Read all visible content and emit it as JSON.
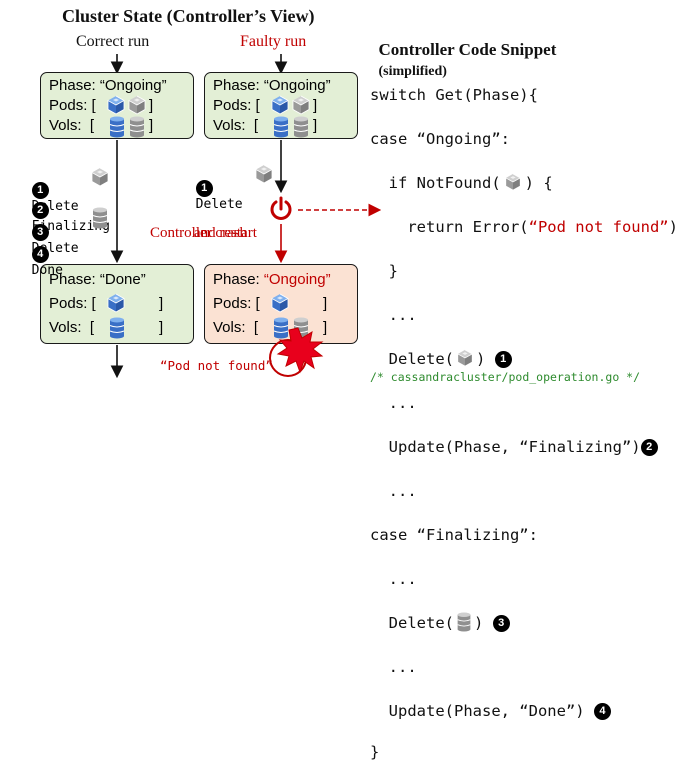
{
  "left_title": "Cluster State (Controller’s View)",
  "right_title_main": "Controller Code Snippet",
  "right_title_sub": "(simplified)",
  "correct_run": "Correct run",
  "faulty_run": "Faulty run",
  "state_boxes": {
    "correct_top": {
      "phase_prefix": "Phase: ",
      "phase_value": "“Ongoing”",
      "pods": "Pods: [",
      "vols": "Vols:  [",
      "close": "]"
    },
    "faulty_top": {
      "phase_prefix": "Phase: ",
      "phase_value": "“Ongoing”",
      "pods": "Pods: [",
      "vols": "Vols:  [",
      "close": "]"
    },
    "correct_bottom": {
      "phase_prefix": "Phase: ",
      "phase_value": "“Done”",
      "pods": "Pods: [",
      "vols": "Vols:  [",
      "close": "]"
    },
    "faulty_bottom": {
      "phase_prefix": "Phase: ",
      "phase_value": "“Ongoing”",
      "pods": "Pods: [",
      "vols": "Vols:  [",
      "close": "]"
    }
  },
  "steps": [
    {
      "num": "1",
      "label": "Delete"
    },
    {
      "num": "2",
      "label": "Finalizing"
    },
    {
      "num": "3",
      "label": "Delete"
    },
    {
      "num": "4",
      "label": "Done"
    }
  ],
  "faulty_step": {
    "num": "1",
    "label": "Delete"
  },
  "crash_label_1": "Controller crash",
  "crash_label_2": "and restart",
  "error_label": "“Pod not found”",
  "code": {
    "l1": "switch Get(Phase){",
    "l2": "case “Ongoing”:",
    "l3a": "  if NotFound(",
    "l3b": ") {",
    "l4a": "    return Error(",
    "l4b": "“Pod not found”",
    "l4c": ")",
    "l5": "  }",
    "l6": "  ...",
    "l7a": "  Delete(",
    "l7b": ")",
    "l8": "  ...",
    "l9": "  Update(Phase, “Finalizing”)",
    "l10": "  ...",
    "l11": "case “Finalizing”:",
    "l12": "  ...",
    "l13a": "  Delete(",
    "l13b": ")",
    "l14": "  ...",
    "l15": "  Update(Phase, “Done”)",
    "l16": "}",
    "comment": "/* cassandracluster/pod_operation.go */",
    "badges": [
      "1",
      "2",
      "3",
      "4"
    ]
  },
  "colors": {
    "green_box": "#e3efd6",
    "pink_box": "#fbe2d3",
    "red": "#c00000",
    "pod_blue": "#4a7fd0",
    "gray": "#9a9a9a",
    "comment_green": "#2e8b2e"
  }
}
